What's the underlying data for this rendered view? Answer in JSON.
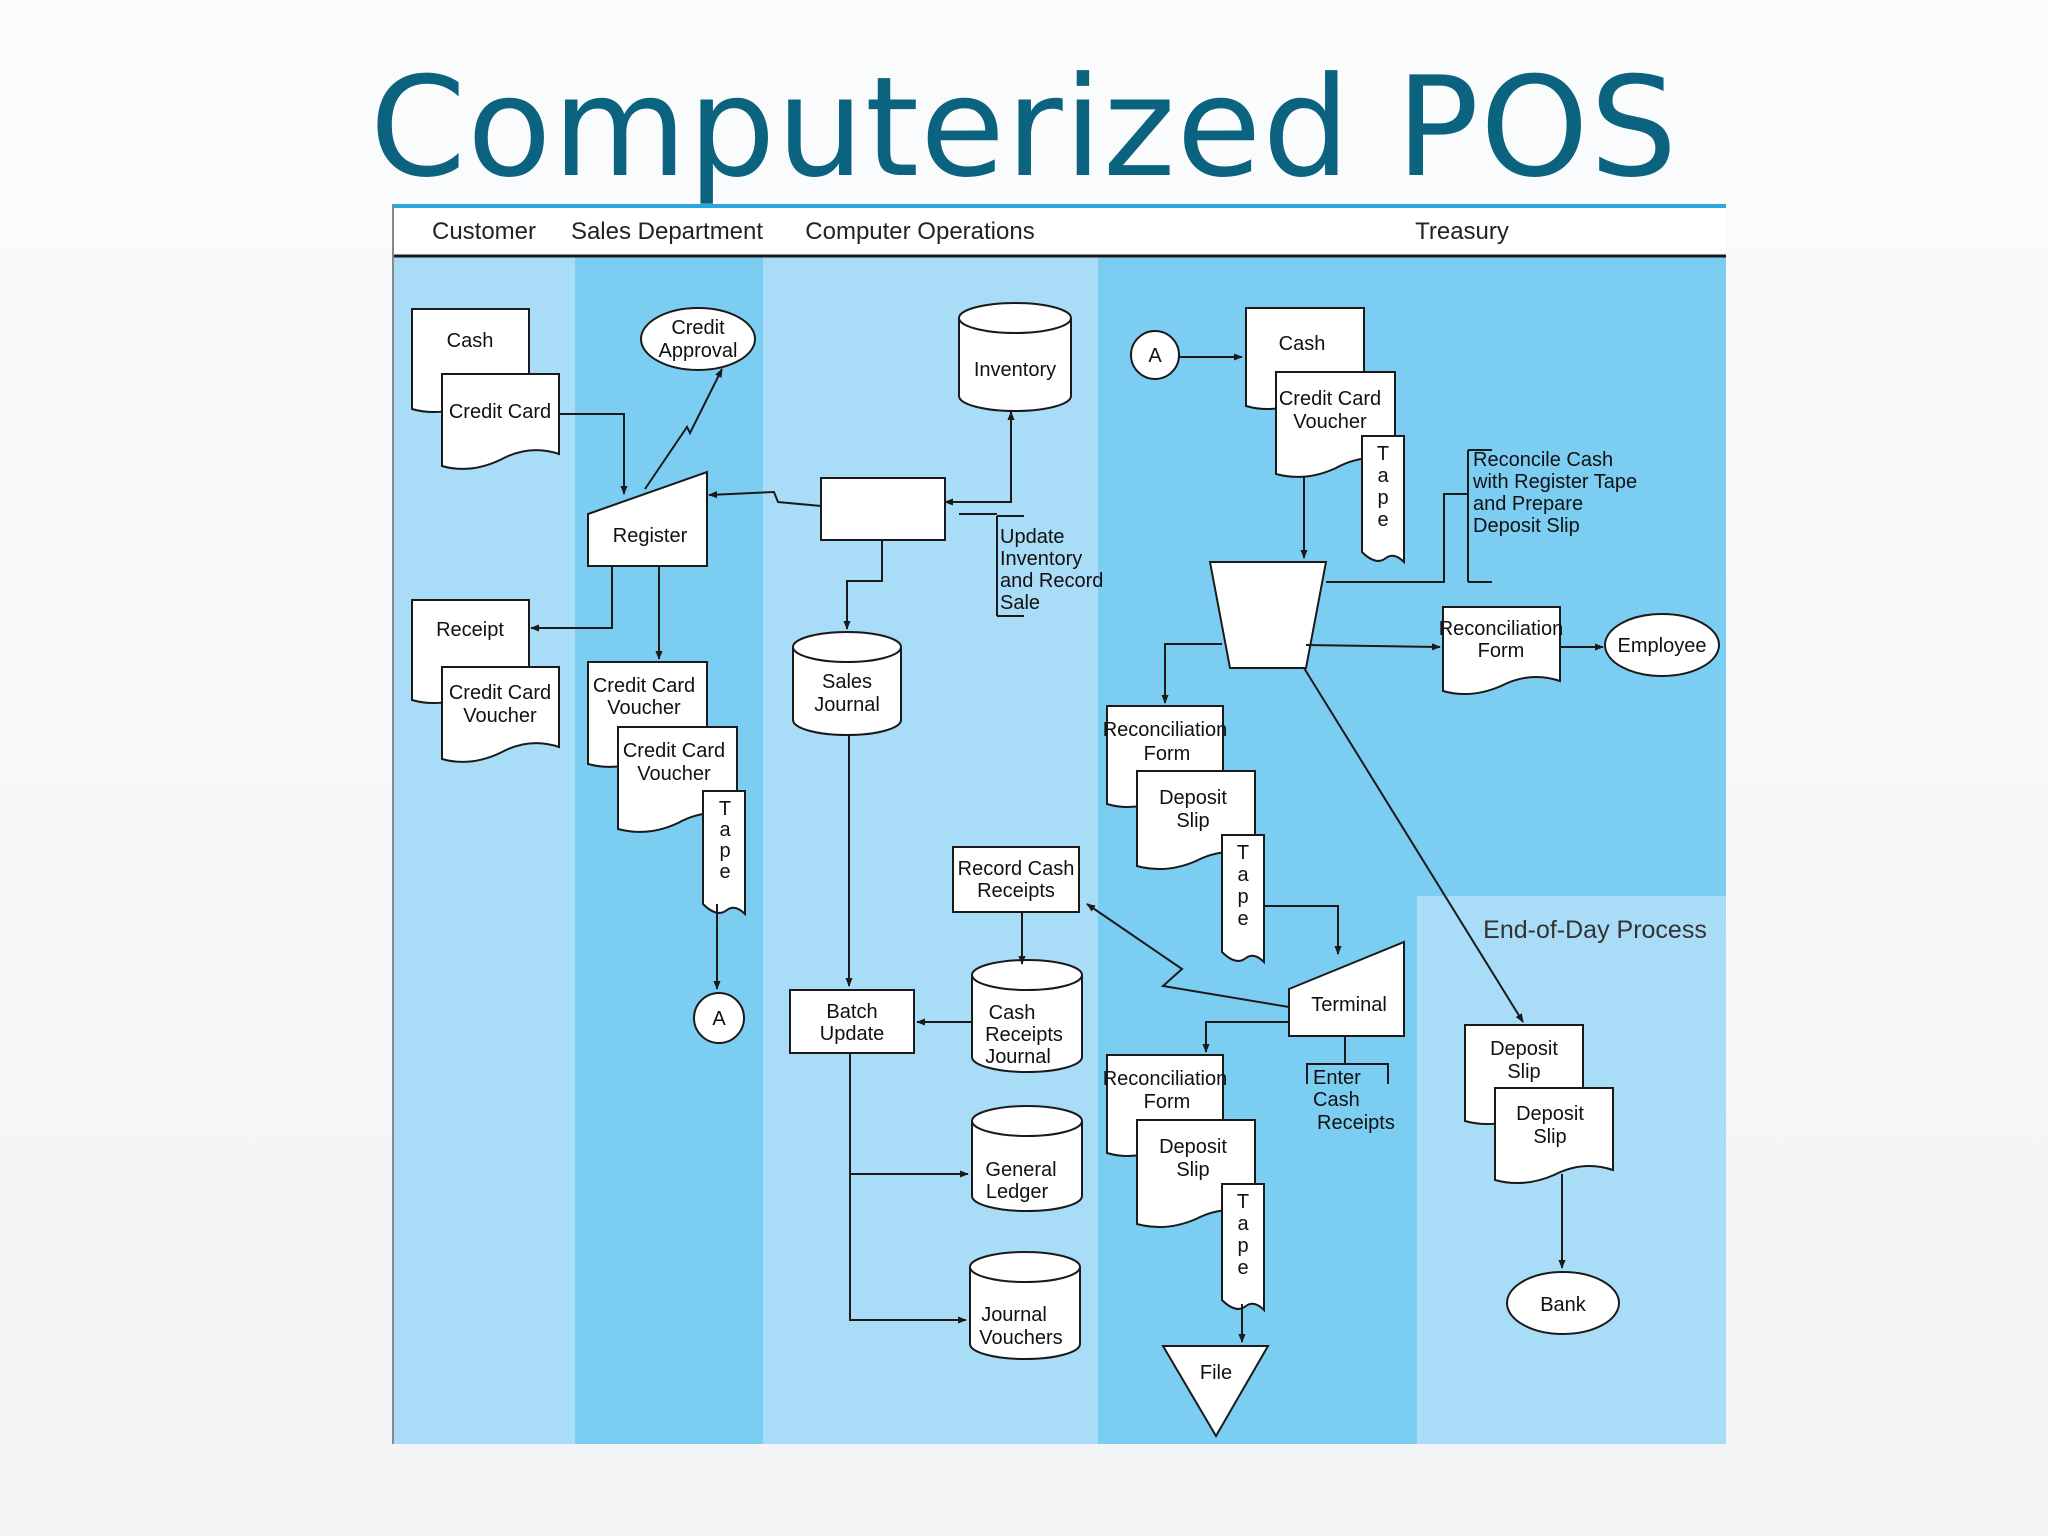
{
  "title": "Computerized POS",
  "columns": {
    "customer": "Customer",
    "sales": "Sales Department",
    "computer": "Computer Operations",
    "treasury": "Treasury"
  },
  "end_of_day": "End-of-Day Process",
  "customer": {
    "cash": "Cash",
    "credit_card": "Credit Card",
    "receipt": "Receipt",
    "ccv": [
      "Credit Card",
      "Voucher"
    ]
  },
  "sales": {
    "credit_approval": [
      "Credit",
      "Approval"
    ],
    "register": "Register",
    "ccv1": [
      "Credit Card",
      "Voucher"
    ],
    "ccv2": [
      "Credit Card",
      "Voucher"
    ],
    "tape": [
      "T",
      "a",
      "p",
      "e"
    ],
    "connector": "A"
  },
  "computer": {
    "inventory": "Inventory",
    "update_note": [
      "Update",
      "Inventory",
      "and Record",
      "Sale"
    ],
    "sales_journal": [
      "Sales",
      "Journal"
    ],
    "record_cash": [
      "Record Cash",
      "Receipts"
    ],
    "batch_update": [
      "Batch",
      "Update"
    ],
    "cash_receipts_journal": [
      "Cash",
      "Receipts",
      "Journal"
    ],
    "general_ledger": [
      "General",
      "Ledger"
    ],
    "journal_vouchers": [
      "Journal",
      "Vouchers"
    ]
  },
  "treasury": {
    "connector": "A",
    "cash": "Cash",
    "ccv": [
      "Credit Card",
      "Voucher"
    ],
    "tape": [
      "T",
      "a",
      "p",
      "e"
    ],
    "reconcile_note": [
      "Reconcile Cash",
      "with Register Tape",
      "and Prepare",
      "Deposit Slip"
    ],
    "recon_form_top": [
      "Reconciliation",
      "Form"
    ],
    "employee": "Employee",
    "recon_form_mid": [
      "Reconciliation",
      "Form"
    ],
    "deposit_slip_mid": [
      "Deposit",
      "Slip"
    ],
    "tape_mid": [
      "T",
      "a",
      "p",
      "e"
    ],
    "terminal": "Terminal",
    "enter_note": [
      "Enter",
      "Cash",
      "Receipts"
    ],
    "recon_form_low": [
      "Reconciliation",
      "Form"
    ],
    "deposit_slip_low": [
      "Deposit",
      "Slip"
    ],
    "tape_low": [
      "T",
      "a",
      "p",
      "e"
    ],
    "file": "File"
  },
  "eod": {
    "deposit_slip1": [
      "Deposit",
      "Slip"
    ],
    "deposit_slip2": [
      "Deposit",
      "Slip"
    ],
    "bank": "Bank"
  },
  "colors": {
    "title": "#0b6380",
    "lane_light": "#a9dcf7",
    "lane_dark": "#7ccdf2",
    "header_rule": "#2aa8db"
  }
}
